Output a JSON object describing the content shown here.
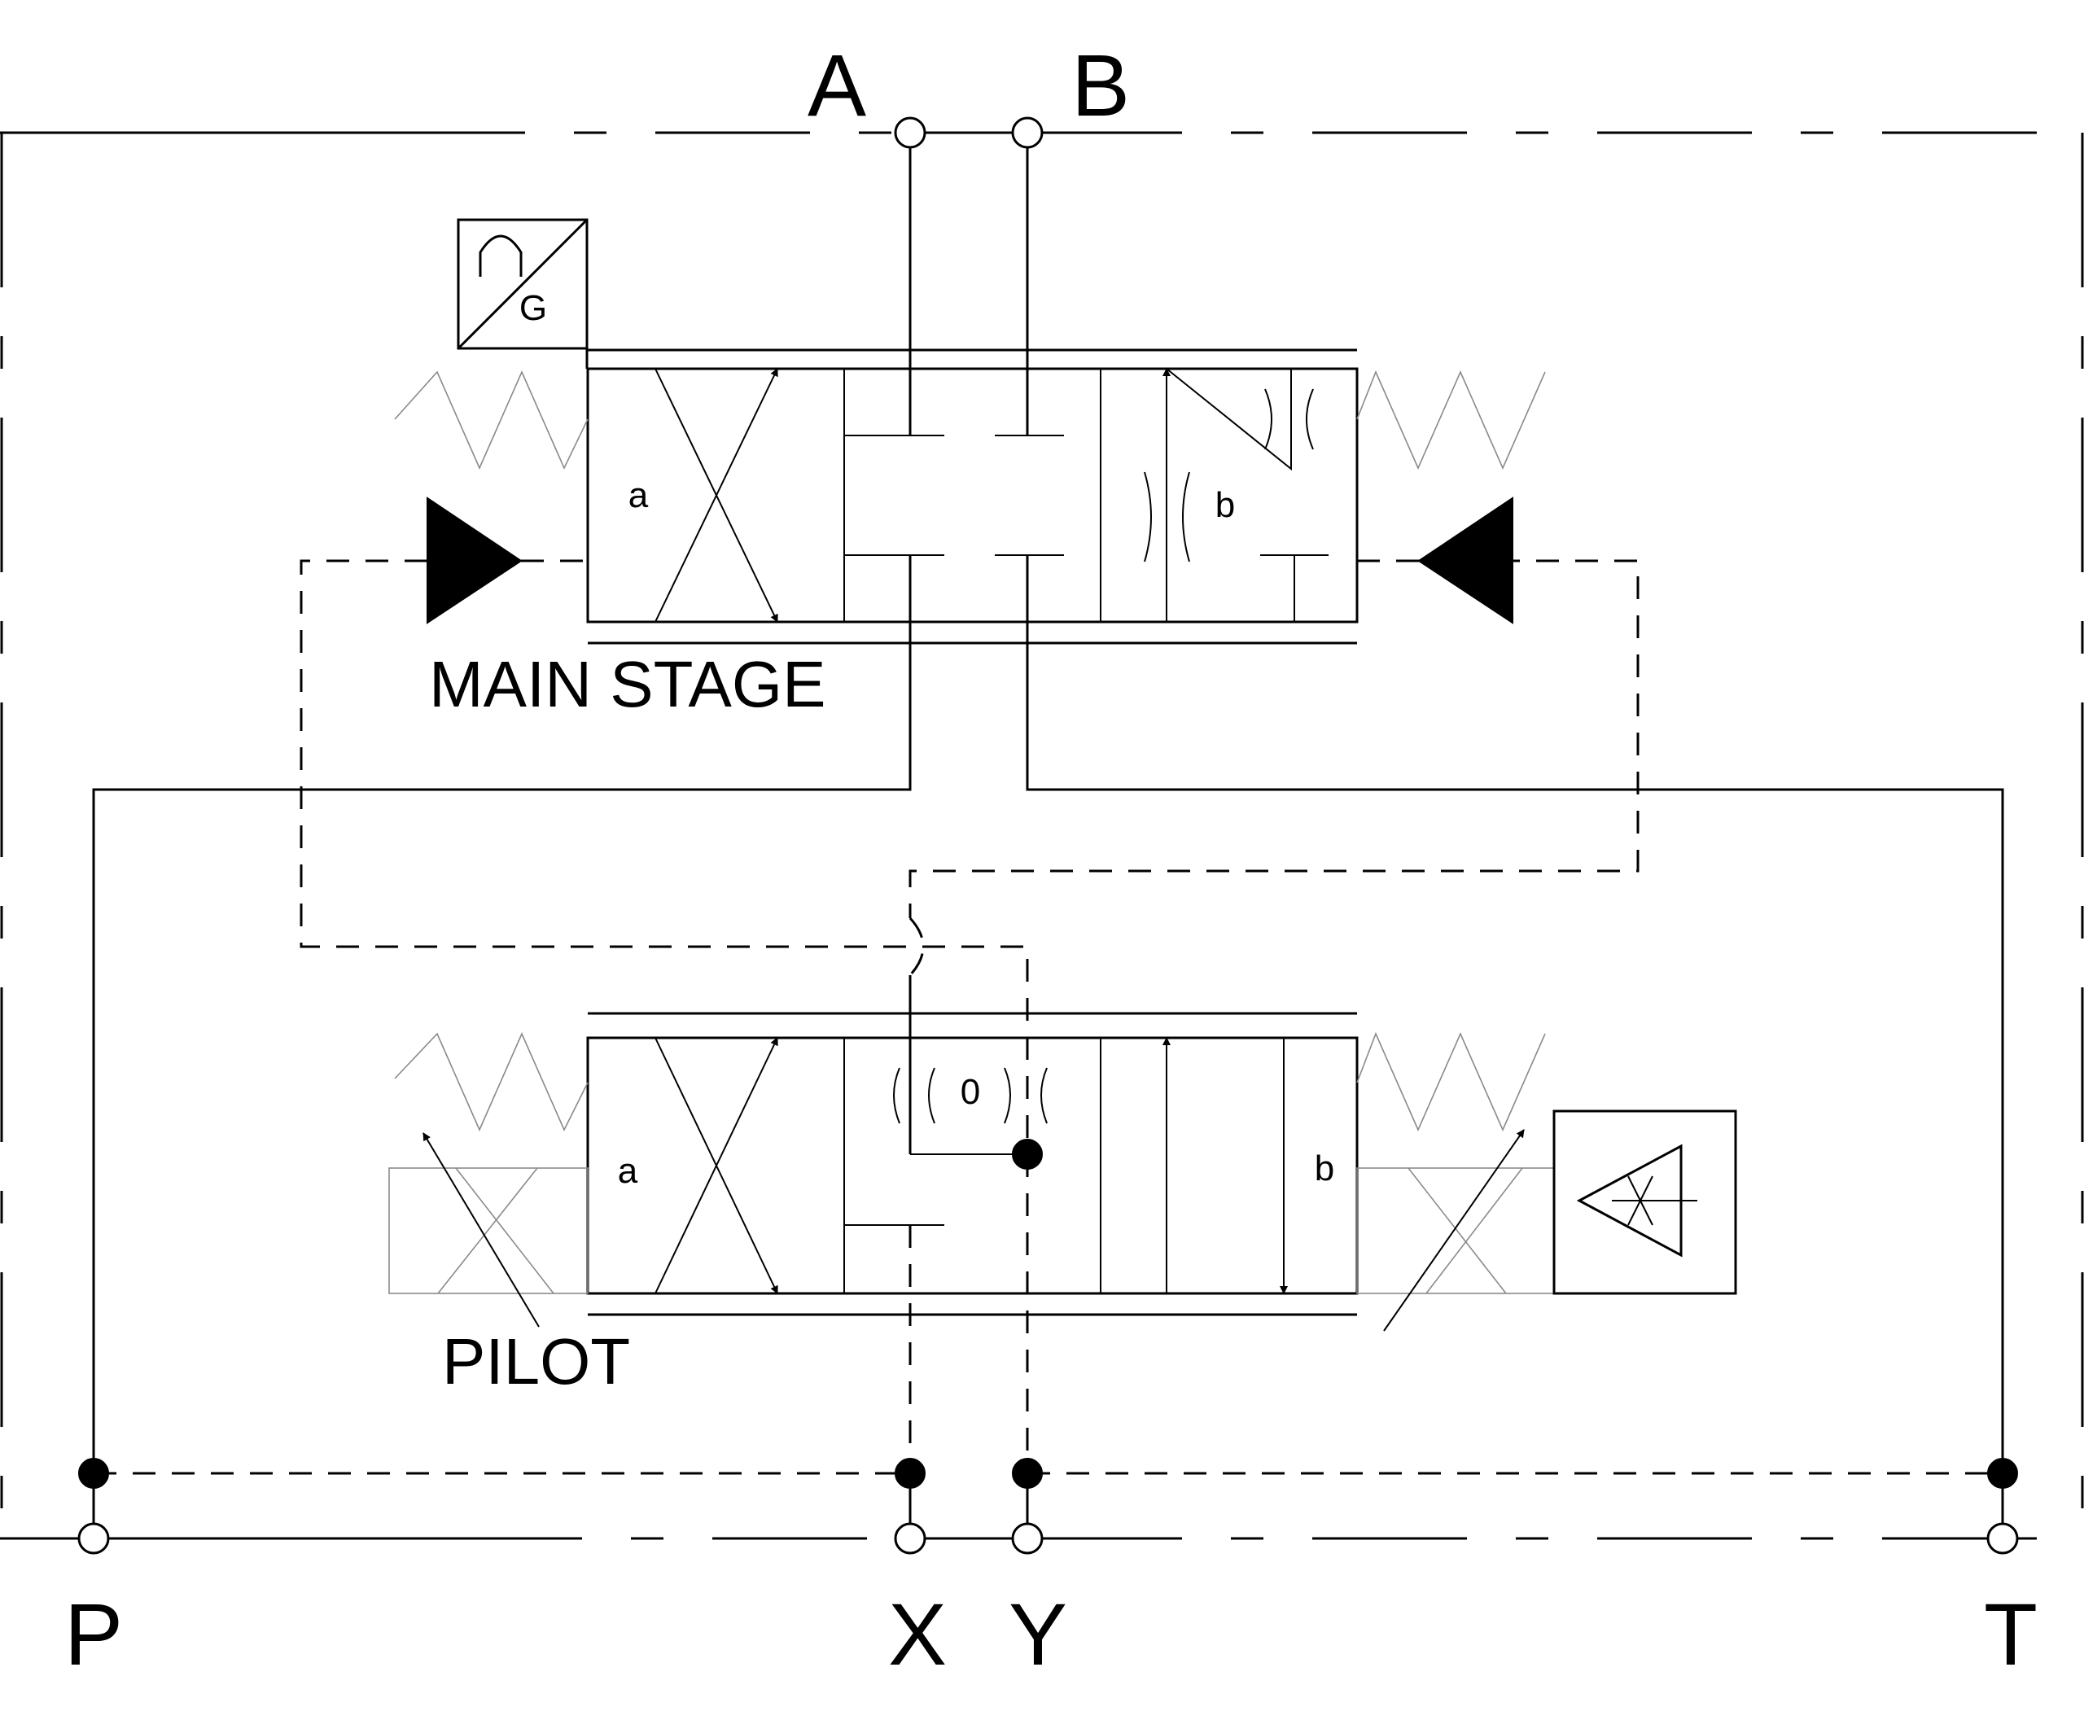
{
  "ports": {
    "top_left": "A",
    "top_right": "B",
    "bottom_p": "P",
    "bottom_x": "X",
    "bottom_y": "Y",
    "bottom_t": "T"
  },
  "labels": {
    "main_stage": "MAIN STAGE",
    "pilot": "PILOT",
    "transducer": "G"
  },
  "positions": {
    "main_a": "a",
    "main_b": "b",
    "pilot_a": "a",
    "pilot_center": "0",
    "pilot_b": "b"
  }
}
